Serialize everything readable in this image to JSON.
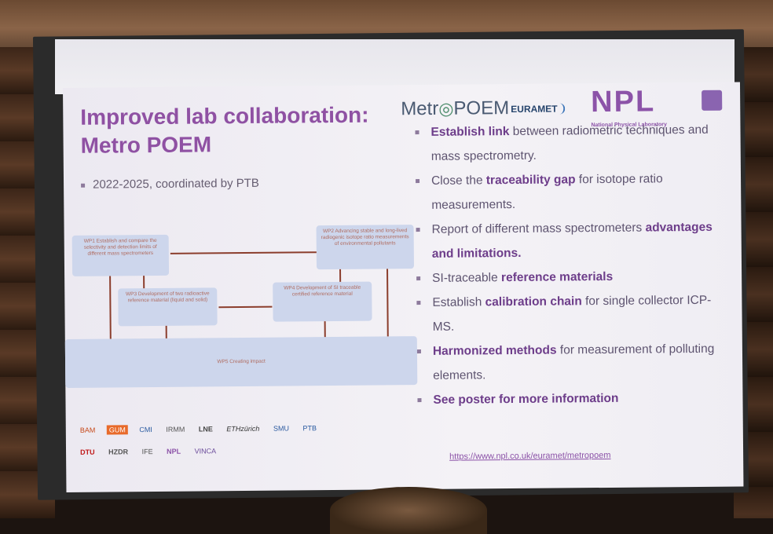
{
  "slide": {
    "title_line1": "Improved lab collaboration:",
    "title_line2": "Metro POEM",
    "coordination": "2022-2025, coordinated by PTB",
    "logos": {
      "metro_poem": "Metr",
      "metro_poem_rest": "POEM",
      "euramet": "EURAMET",
      "npl": "NPL",
      "npl_sub": "National Physical Laboratory"
    },
    "workpackages": {
      "wp1": "WP1 Establish and compare the selectivity and detection limits of different mass spectrometers",
      "wp2": "WP2 Advancing stable and long-lived radiogenic isotope ratio measurements of environmental pollutants",
      "wp3": "WP3 Development of two radioactive reference material (liquid and solid)",
      "wp4": "WP4 Development of SI traceable certified reference material",
      "wp5": "WP5 Creating impact"
    },
    "bullets": [
      {
        "bold_a": "Establish link",
        "text_a": " between radiometric techniques and mass spectrometry.",
        "bold_b": "",
        "text_b": ""
      },
      {
        "text_a": "Close the ",
        "bold_a": "traceability gap",
        "text_b": " for isotope ratio measurements.",
        "bold_b": ""
      },
      {
        "text_a": "Report of different mass spectrometers ",
        "bold_a": "advantages and limitations.",
        "text_b": "",
        "bold_b": ""
      },
      {
        "text_a": "SI-traceable ",
        "bold_a": "reference materials",
        "text_b": "",
        "bold_b": ""
      },
      {
        "text_a": "Establish ",
        "bold_a": "calibration chain",
        "text_b": " for single collector ICP-MS.",
        "bold_b": ""
      },
      {
        "bold_a": "Harmonized methods",
        "text_a": " for measurement of polluting elements.",
        "text_b": "",
        "bold_b": ""
      },
      {
        "bold_a": "See poster for more information",
        "text_a": "",
        "text_b": "",
        "bold_b": ""
      }
    ],
    "url": "https://www.npl.co.uk/euramet/metropoem",
    "partner_logos_row1": [
      "BAM",
      "GUM",
      "CMI",
      "IRMM",
      "LNE",
      "ETHzürich",
      "SMU",
      "PTB"
    ],
    "partner_logos_row2": [
      "DTU",
      "HZDR",
      "IFE",
      "NPL",
      "VINCA"
    ],
    "colors": {
      "title": "#8f51a3",
      "bullet_bold": "#6d3d8a",
      "wp_box": "#cdd6ec",
      "arrow": "#8b3d2c"
    }
  }
}
